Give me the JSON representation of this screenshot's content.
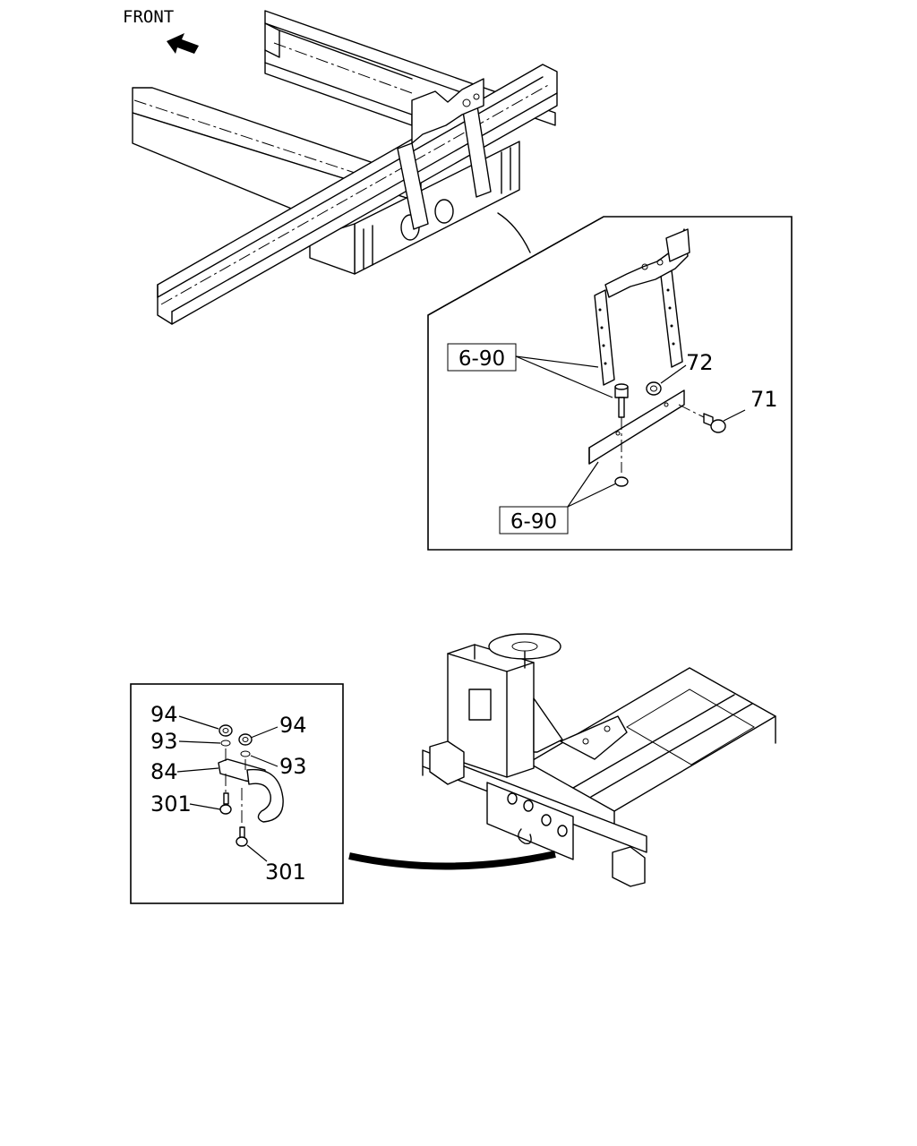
{
  "direction_label": "FRONT",
  "callouts": {
    "ref_upper": "6-90",
    "ref_lower": "6-90",
    "part_72": "72",
    "part_71": "71",
    "part_94_left": "94",
    "part_94_right": "94",
    "part_93_left": "93",
    "part_93_right": "93",
    "part_84": "84",
    "part_301_left": "301",
    "part_301_bottom": "301"
  },
  "icons": {
    "front_arrow": "arrow-left-icon",
    "steering_wheel": "steering-wheel-icon",
    "tow_hook": "tow-hook-icon"
  }
}
